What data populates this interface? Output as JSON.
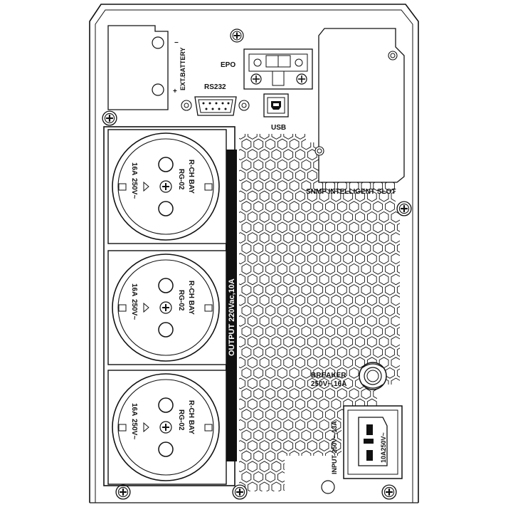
{
  "labels": {
    "ext_battery": "EXT.BATTERY",
    "minus": "−",
    "plus": "+",
    "epo": "EPO",
    "rs232": "RS232",
    "usb": "USB",
    "snmp": "SNMP INTELLIGENT SLOT",
    "output": "OUTPUT 220Vac,10A",
    "breaker_title": "BREAKER",
    "breaker_rating": "250V~,16A",
    "input": "INPUT 250V~,13A",
    "iec_rating": "10A250V~"
  },
  "sockets": [
    {
      "brand": "R-CH BAY",
      "model": "RG-02",
      "amp": "16A",
      "volt": "250V~"
    },
    {
      "brand": "R-CH BAY",
      "model": "RG-02",
      "amp": "16A",
      "volt": "250V~"
    },
    {
      "brand": "R-CH BAY",
      "model": "RG-02",
      "amp": "16A",
      "volt": "250V~"
    }
  ]
}
